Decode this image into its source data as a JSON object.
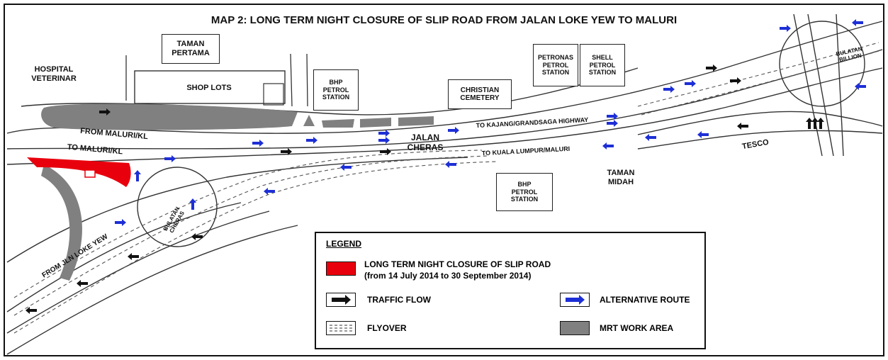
{
  "title": "MAP 2: LONG TERM NIGHT CLOSURE OF SLIP ROAD FROM JALAN LOKE YEW TO MALURI",
  "places": {
    "taman_pertama": "TAMAN\nPERTAMA",
    "hospital_veterinar": "HOSPITAL\nVETERINAR",
    "shop_lots": "SHOP LOTS",
    "bhp_north": "BHP\nPETROL\nSTATION",
    "christian_cemetery": "CHRISTIAN\nCEMETERY",
    "petronas": "PETRONAS\nPETROL\nSTATION",
    "shell": "SHELL\nPETROL\nSTATION",
    "bulatan_billion": "BULATAN\nBILLION",
    "tesco": "TESCO",
    "bhp_south": "BHP\nPETROL\nSTATION",
    "taman_midah": "TAMAN\nMIDAH",
    "bulatan_cheras": "BULATAN\nCHERAS"
  },
  "roads": {
    "from_maluri_kl": "FROM MALURI/KL",
    "to_maluri_kl": "TO MALURI/KL",
    "jalan_cheras": "JALAN\nCHERAS",
    "to_kajang": "TO KAJANG/GRANDSAGA  HIGHWAY",
    "to_kuala_lumpur": "TO KUALA LUMPUR/MALURI",
    "from_jln_loke_yew": "FROM JLN LOKE YEW"
  },
  "legend": {
    "title": "LEGEND",
    "closure": "LONG TERM NIGHT CLOSURE OF SLIP ROAD\n(from 14  July 2014 to 30  September 2014)",
    "traffic_flow": "TRAFFIC FLOW",
    "alternative_route": "ALTERNATIVE ROUTE",
    "flyover": "FLYOVER",
    "mrt_work_area": "MRT WORK AREA"
  },
  "colors": {
    "closure": "#e8000d",
    "alternative_route": "#1d2fd6",
    "traffic_flow": "#111111",
    "mrt_work_area": "#808080"
  },
  "icons": {
    "traffic_arrow": "arrow-right-black",
    "alternative_arrow": "arrow-right-blue",
    "flyover": "dashed-lines"
  }
}
